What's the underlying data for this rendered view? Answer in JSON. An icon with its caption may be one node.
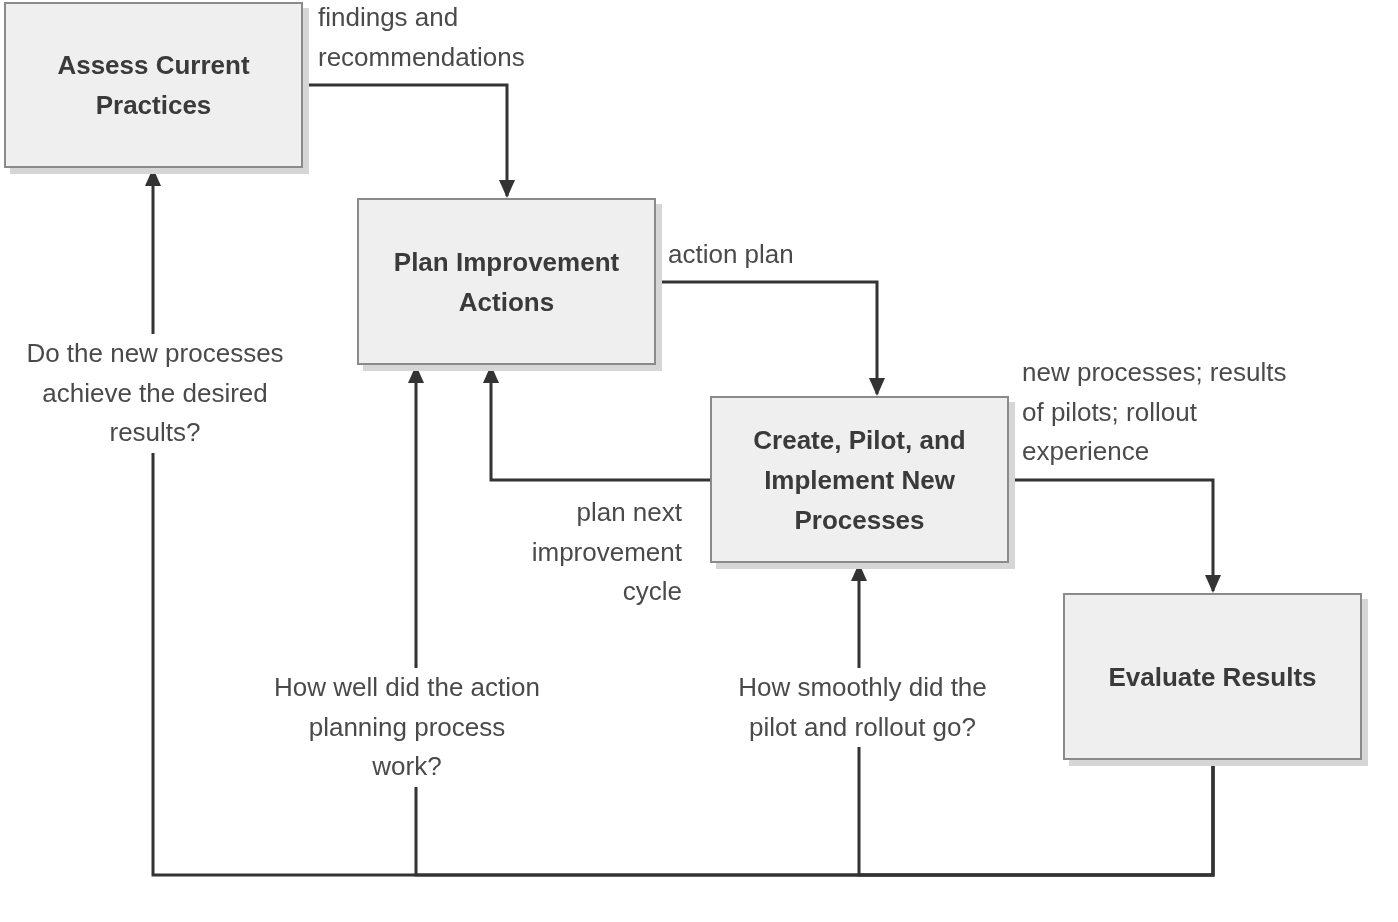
{
  "diagram": {
    "nodes": [
      {
        "text": [
          "Assess Current Practices"
        ]
      },
      {
        "text": [
          "Plan Improvement Actions"
        ]
      },
      {
        "text": [
          "Create, Pilot, and Implement New Processes"
        ]
      },
      {
        "text": [
          "Evaluate Results"
        ]
      }
    ],
    "edges": [
      {
        "from": 0,
        "to": 1,
        "arrow": "to",
        "label": "findings and recommendations"
      },
      {
        "from": 1,
        "to": 2,
        "arrow": "to",
        "label": "action plan"
      },
      {
        "from": 2,
        "to": 1,
        "arrow": "to",
        "label": "plan next improvement cycle"
      },
      {
        "from": 2,
        "to": 3,
        "arrow": "to",
        "label": "new processes; results of pilots; rollout experience"
      },
      {
        "from": 3,
        "to": 0,
        "arrow": "to",
        "label": "Do the new processes achieve the desired results?"
      },
      {
        "from": 3,
        "to": 1,
        "arrow": "to",
        "label": "How well did the action planning process work?"
      },
      {
        "from": 3,
        "to": 2,
        "arrow": "to",
        "label": "How smoothly did the pilot and rollout go?"
      }
    ]
  }
}
